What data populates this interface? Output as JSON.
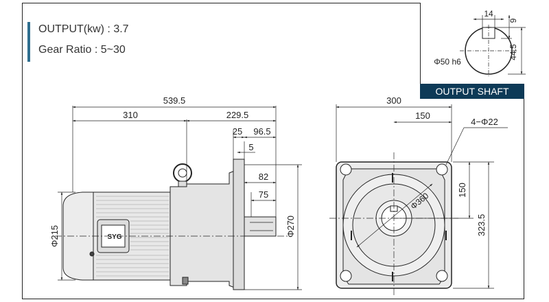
{
  "specs": {
    "output": "OUTPUT(kw) : 3.7",
    "gear_ratio": "Gear Ratio : 5~30"
  },
  "shaft": {
    "title": "OUTPUT SHAFT",
    "key_width": "14",
    "key_depth": "9",
    "height": "44.5",
    "diameter": "Φ50 h6"
  },
  "side_view": {
    "overall_length": "539.5",
    "motor_length": "310",
    "reducer_length": "229.5",
    "flange": "25",
    "shaft_ext": "96.5",
    "offset": "5",
    "shaft_len": "82",
    "key_len": "75",
    "flange_dia": "Φ270",
    "motor_dia": "Φ215",
    "brand": "SYG"
  },
  "front_view": {
    "width": "300",
    "half_width": "150",
    "holes": "4−Φ22",
    "pcd": "Φ360",
    "vert_half": "150",
    "center_height": "323.5"
  }
}
